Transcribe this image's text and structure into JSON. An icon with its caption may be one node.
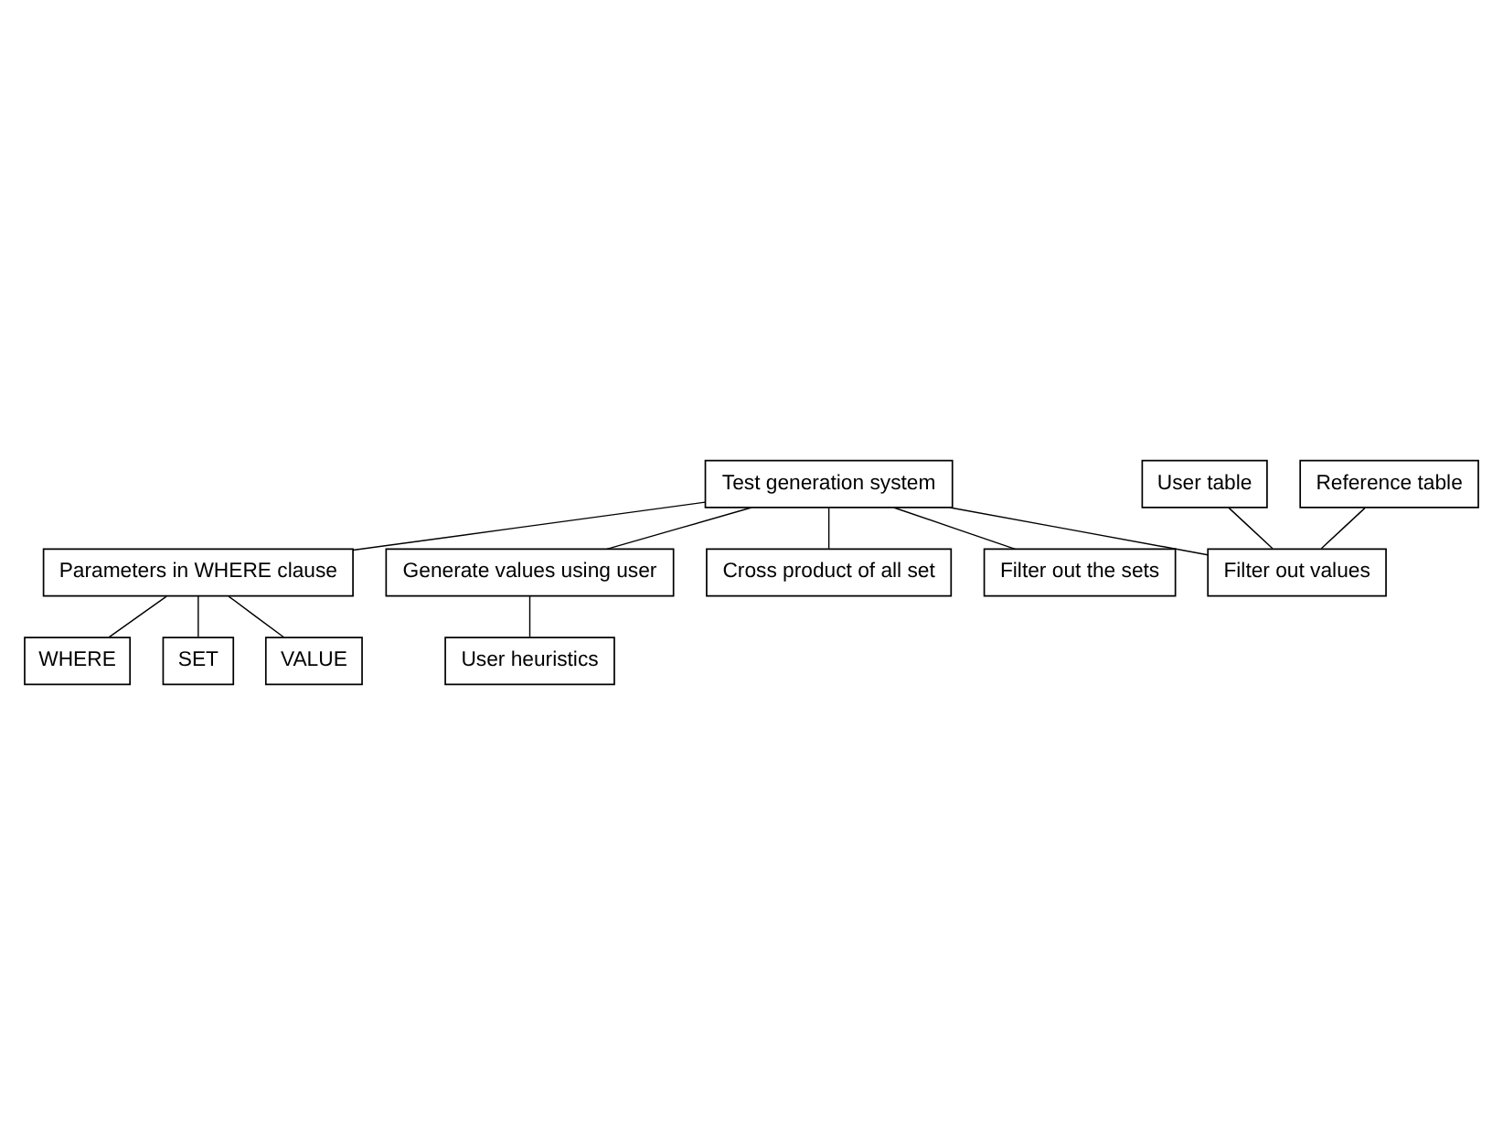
{
  "diagram": {
    "nodes": [
      {
        "text": [
          "Test generation system"
        ]
      },
      {
        "text": [
          "Parameters in WHERE clause"
        ]
      },
      {
        "text": [
          "WHERE"
        ]
      },
      {
        "text": [
          "SET"
        ]
      },
      {
        "text": [
          "VALUE"
        ]
      },
      {
        "text": [
          "Generate values using user"
        ]
      },
      {
        "text": [
          "User heuristics"
        ]
      },
      {
        "text": [
          "Filter out values"
        ]
      },
      {
        "text": [
          "User table"
        ]
      },
      {
        "text": [
          "Reference table"
        ]
      },
      {
        "text": [
          "Cross product of all set"
        ]
      },
      {
        "text": [
          "Filter out the sets"
        ]
      }
    ],
    "edges": [
      {
        "from": 0,
        "to": 1,
        "arrow": "none"
      },
      {
        "from": 1,
        "to": 2,
        "arrow": "none"
      },
      {
        "from": 1,
        "to": 3,
        "arrow": "none"
      },
      {
        "from": 1,
        "to": 4,
        "arrow": "none"
      },
      {
        "from": 0,
        "to": 5,
        "arrow": "none"
      },
      {
        "from": 5,
        "to": 6,
        "arrow": "none"
      },
      {
        "from": 0,
        "to": 7,
        "arrow": "none"
      },
      {
        "from": 8,
        "to": 7,
        "arrow": "none"
      },
      {
        "from": 9,
        "to": 7,
        "arrow": "none"
      },
      {
        "from": 0,
        "to": 10,
        "arrow": "none"
      },
      {
        "from": 0,
        "to": 11,
        "arrow": "none"
      }
    ]
  }
}
